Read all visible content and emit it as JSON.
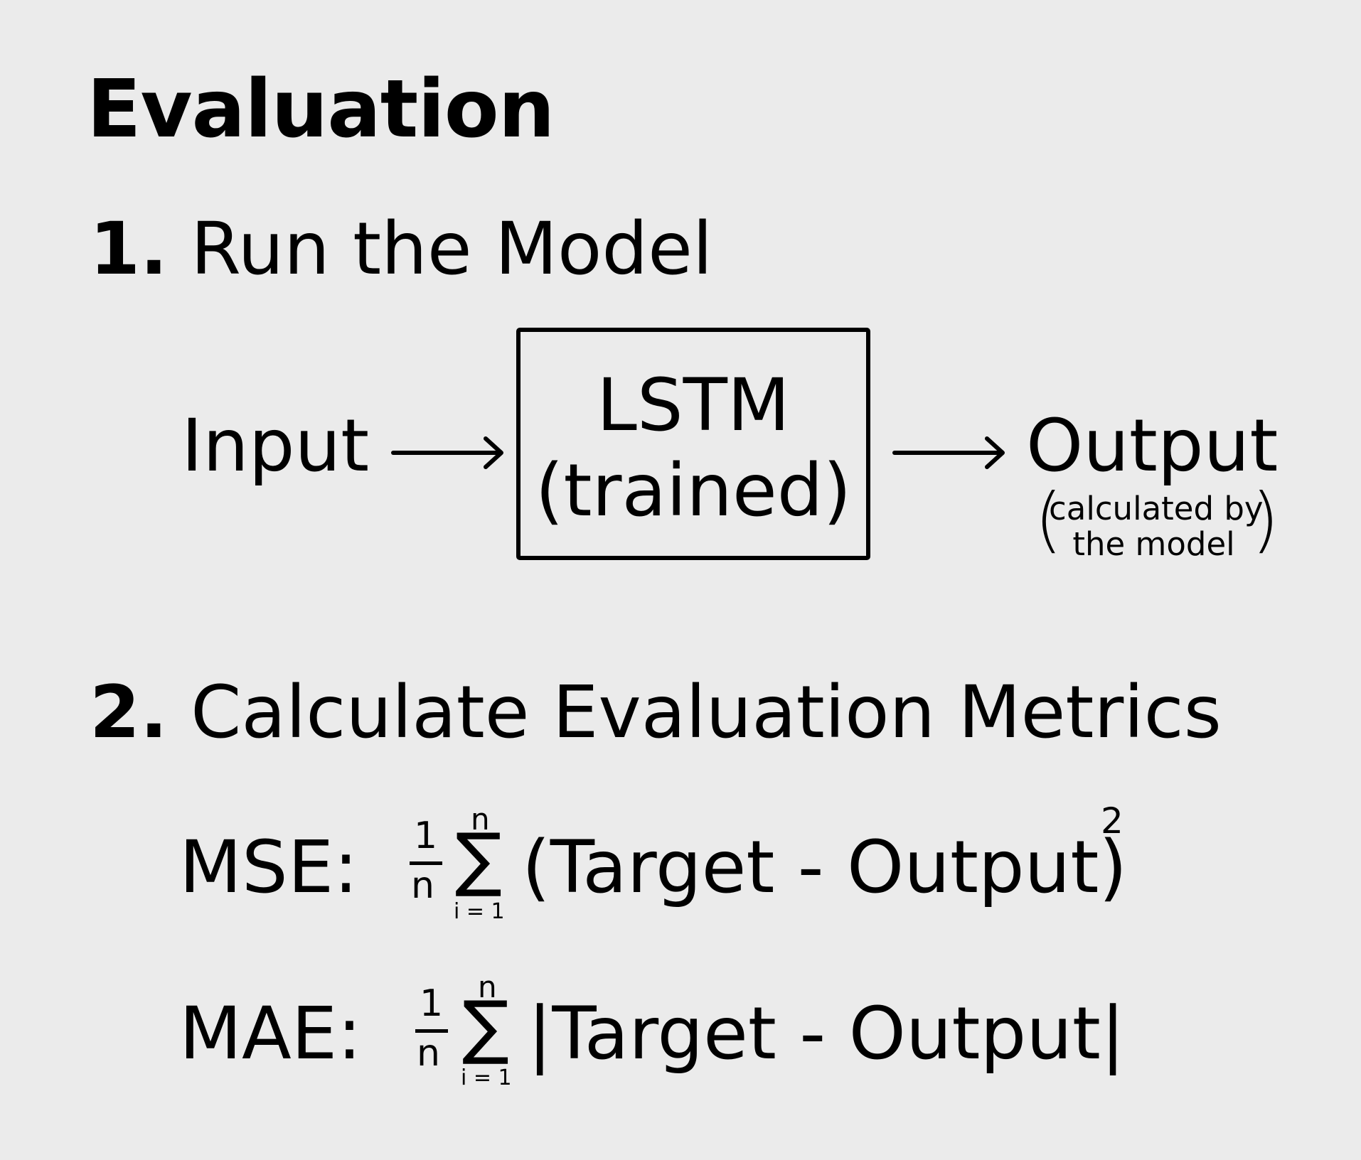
{
  "title": "Evaluation",
  "step1": {
    "number": "1.",
    "label": "Run the Model"
  },
  "diagram": {
    "input": "Input",
    "model_name": "LSTM",
    "model_state": "(trained)",
    "output": "Output",
    "output_note_line1": "calculated by",
    "output_note_line2": "the model",
    "note_open": "(",
    "note_close": ")"
  },
  "step2": {
    "number": "2.",
    "label": "Calculate Evaluation Metrics"
  },
  "metrics": [
    {
      "name": "MSE:",
      "frac_num": "1",
      "frac_den": "n",
      "sum_upper": "n",
      "sum_lower": "i = 1",
      "sum_symbol": "∑",
      "expression": "(Target - Output)",
      "exponent": "2"
    },
    {
      "name": "MAE:",
      "frac_num": "1",
      "frac_den": "n",
      "sum_upper": "n",
      "sum_lower": "i = 1",
      "sum_symbol": "∑",
      "expression": "|Target - Output|"
    }
  ]
}
